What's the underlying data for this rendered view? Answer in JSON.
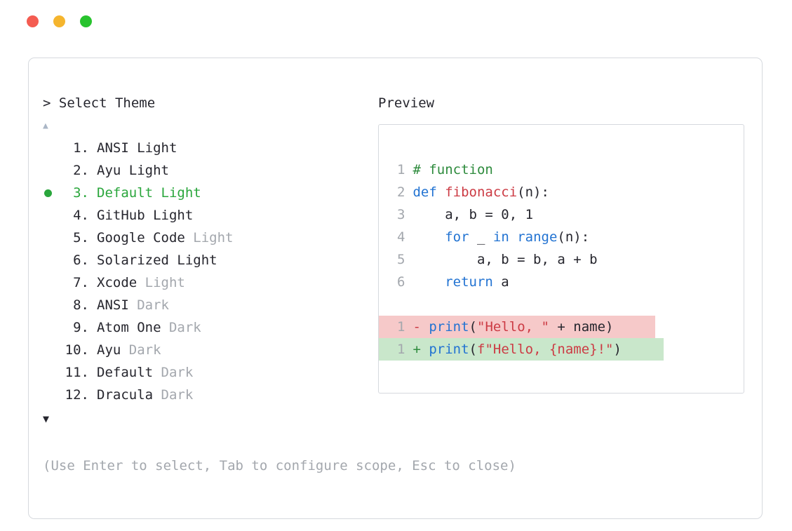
{
  "colors": {
    "text_dark": "#26262e",
    "dim_gray": "#a3a7ad",
    "accent_green": "#2aa63c",
    "keyword_blue": "#2273d2",
    "function_red": "#cc3b44",
    "string_red": "#cc3b44",
    "comment_green": "#2e8b3d",
    "removed_bg": "#f6c9c9",
    "added_bg": "#c9e7cb",
    "border_gray": "#d6d9de",
    "scroll_up_gray": "#aab6c6",
    "traffic_red": "#f45c51",
    "traffic_yellow": "#f5b52e",
    "traffic_green": "#28c32e"
  },
  "theme_picker": {
    "prompt": "> Select Theme",
    "scroll_up_indicator": "▲",
    "scroll_down_indicator": "▼",
    "hint": "(Use Enter to select, Tab to configure scope, Esc to close)",
    "items": [
      {
        "number": "1.",
        "name": "ANSI Light",
        "suffix": "",
        "selected": false
      },
      {
        "number": "2.",
        "name": "Ayu Light",
        "suffix": "",
        "selected": false
      },
      {
        "number": "3.",
        "name": "Default Light",
        "suffix": "",
        "selected": true
      },
      {
        "number": "4.",
        "name": "GitHub Light",
        "suffix": "",
        "selected": false
      },
      {
        "number": "5.",
        "name": "Google Code",
        "suffix": " Light",
        "selected": false
      },
      {
        "number": "6.",
        "name": "Solarized Light",
        "suffix": "",
        "selected": false
      },
      {
        "number": "7.",
        "name": "Xcode",
        "suffix": " Light",
        "selected": false
      },
      {
        "number": "8.",
        "name": "ANSI",
        "suffix": " Dark",
        "selected": false
      },
      {
        "number": "9.",
        "name": "Atom One",
        "suffix": " Dark",
        "selected": false
      },
      {
        "number": "10.",
        "name": "Ayu",
        "suffix": " Dark",
        "selected": false
      },
      {
        "number": "11.",
        "name": "Default",
        "suffix": " Dark",
        "selected": false
      },
      {
        "number": "12.",
        "name": "Dracula",
        "suffix": " Dark",
        "selected": false
      }
    ]
  },
  "preview": {
    "label": "Preview",
    "code_lines": [
      {
        "num": "1",
        "tokens": [
          {
            "t": "# function",
            "c": "com"
          }
        ]
      },
      {
        "num": "2",
        "tokens": [
          {
            "t": "def ",
            "c": "kw"
          },
          {
            "t": "fibonacci",
            "c": "fn"
          },
          {
            "t": "(n):",
            "c": "def"
          }
        ]
      },
      {
        "num": "3",
        "tokens": [
          {
            "t": "    a, b = 0, 1",
            "c": "def"
          }
        ]
      },
      {
        "num": "4",
        "tokens": [
          {
            "t": "    ",
            "c": "def"
          },
          {
            "t": "for",
            "c": "kw"
          },
          {
            "t": " _ ",
            "c": "def"
          },
          {
            "t": "in",
            "c": "kw"
          },
          {
            "t": " ",
            "c": "def"
          },
          {
            "t": "range",
            "c": "kw"
          },
          {
            "t": "(n):",
            "c": "def"
          }
        ]
      },
      {
        "num": "5",
        "tokens": [
          {
            "t": "        a, b = b, a + b",
            "c": "def"
          }
        ]
      },
      {
        "num": "6",
        "tokens": [
          {
            "t": "    ",
            "c": "def"
          },
          {
            "t": "return",
            "c": "kw"
          },
          {
            "t": " a",
            "c": "def"
          }
        ]
      },
      {
        "spacer": true
      },
      {
        "num": "1",
        "bg": "removed",
        "tokens": [
          {
            "t": "- ",
            "c": "rm"
          },
          {
            "t": "print",
            "c": "kw"
          },
          {
            "t": "(",
            "c": "def"
          },
          {
            "t": "\"Hello, \"",
            "c": "str"
          },
          {
            "t": " + name)",
            "c": "def"
          }
        ]
      },
      {
        "num": "1",
        "bg": "added",
        "tokens": [
          {
            "t": "+ ",
            "c": "add"
          },
          {
            "t": "print",
            "c": "kw"
          },
          {
            "t": "(",
            "c": "def"
          },
          {
            "t": "f\"Hello, {name}!\"",
            "c": "str"
          },
          {
            "t": ")",
            "c": "def"
          }
        ]
      }
    ]
  }
}
